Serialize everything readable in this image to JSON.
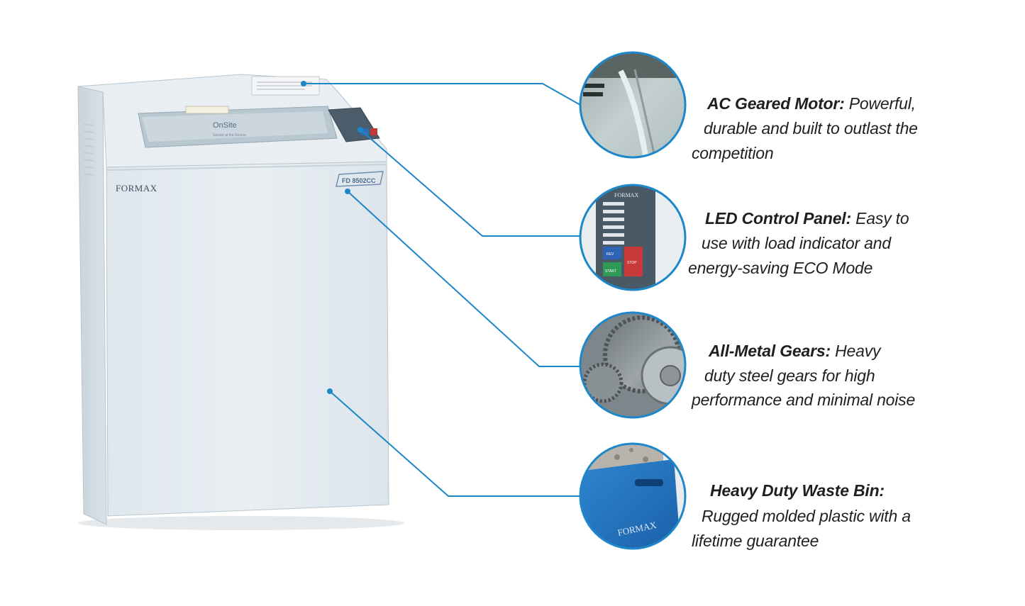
{
  "product": {
    "brand": "FORMAX",
    "model": "FD 8502CC",
    "sticker": "OnSite",
    "sticker_sub": "Secure at the Source"
  },
  "panel": {
    "brand": "FORMAX",
    "rev": "REV",
    "stop": "STOP",
    "start": "START"
  },
  "bin": {
    "brand": "FORMAX"
  },
  "features": [
    {
      "title": "AC Geared Motor:",
      "line1": " Powerful,",
      "line2": "durable and built to outlast the",
      "line3": "competition"
    },
    {
      "title": "LED Control Panel:",
      "line1": " Easy to",
      "line2": "use with load indicator and",
      "line3": "energy-saving ECO Mode"
    },
    {
      "title": "All-Metal Gears:",
      "line1": " Heavy",
      "line2": "duty steel gears for high",
      "line3": "performance and minimal noise"
    },
    {
      "title": "Heavy Duty Waste Bin:",
      "line1": "",
      "line2": "Rugged molded plastic with a",
      "line3": "lifetime guarantee"
    }
  ],
  "colors": {
    "accent": "#1d87c9",
    "cabinet": "#e3ebf0",
    "text": "#1f1f1f",
    "bin": "#1f6fbf"
  }
}
